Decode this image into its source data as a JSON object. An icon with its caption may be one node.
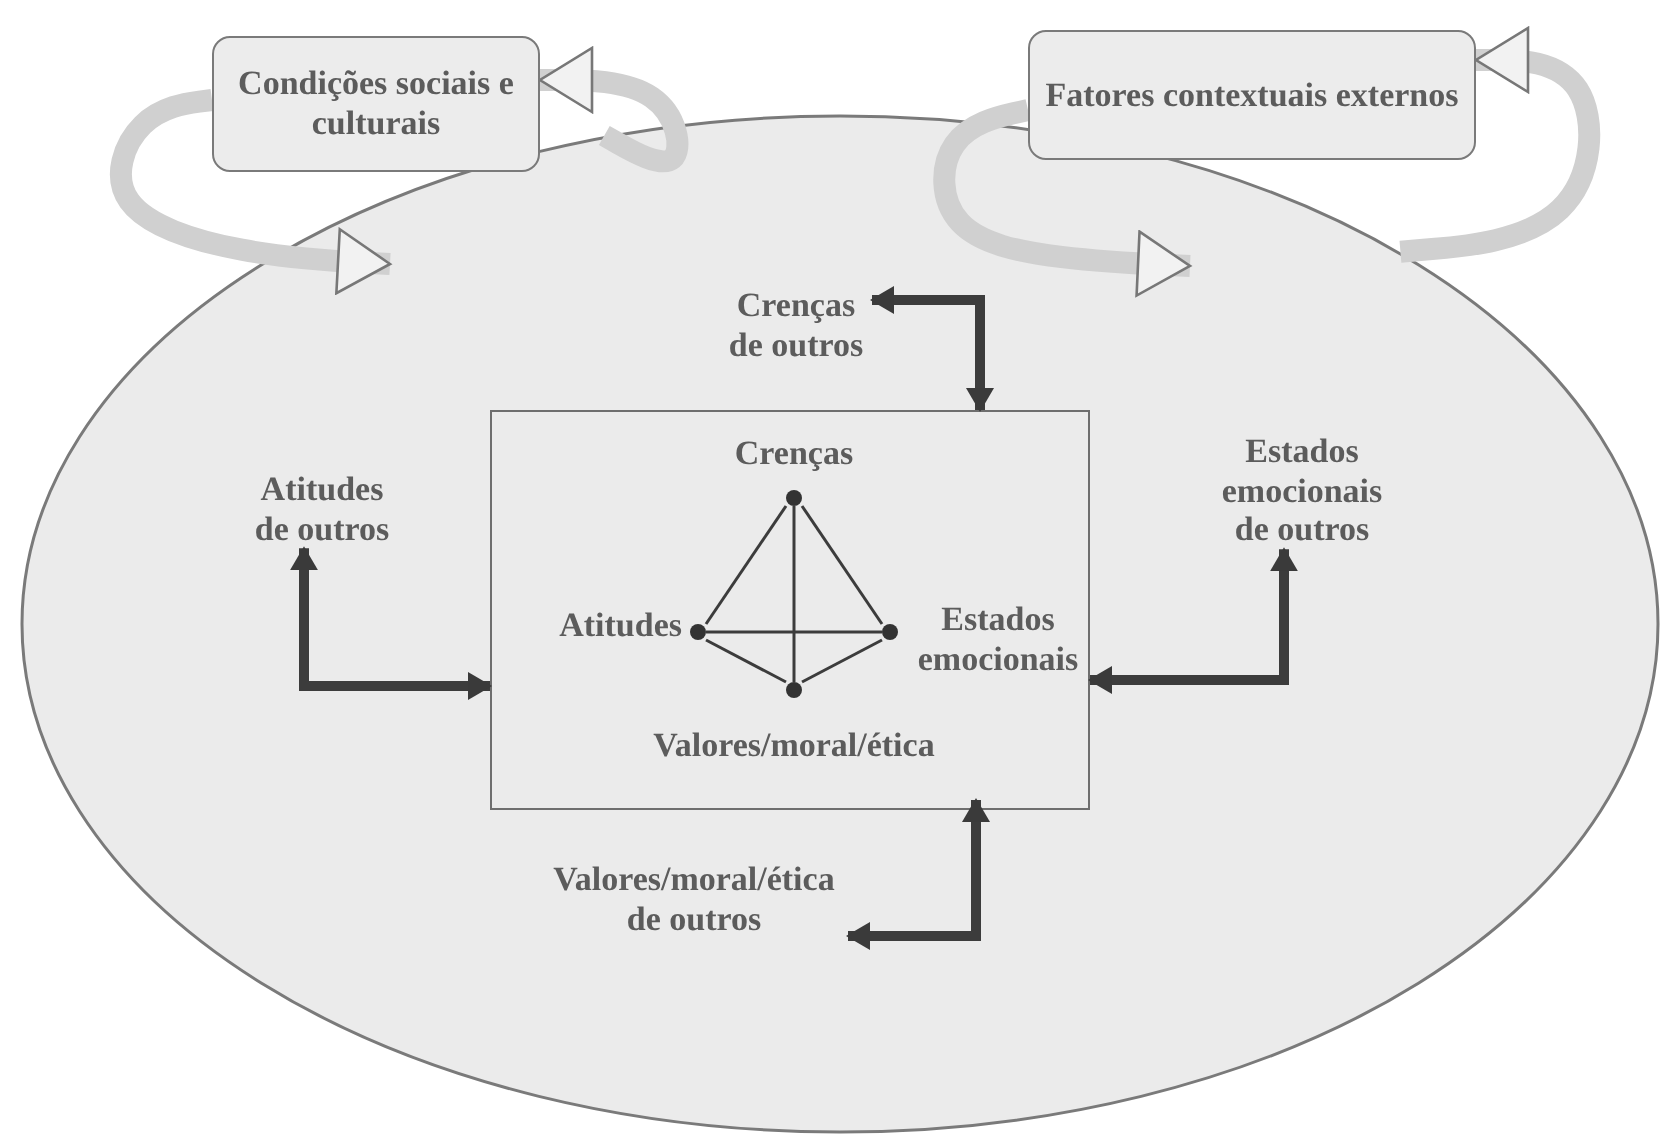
{
  "diagram": {
    "nodes": [
      {
        "text": [],
        "shape": "ellipse"
      },
      {
        "text": [
          "Condições sociais e culturais"
        ]
      },
      {
        "text": [
          "Fatores contextuais externos"
        ]
      },
      {
        "text": [
          "Crenças de outros"
        ],
        "in": 0
      },
      {
        "text": [
          "Atitudes de outros"
        ],
        "in": 0
      },
      {
        "text": [
          "Estados emocionais de outros"
        ],
        "in": 0
      },
      {
        "text": [],
        "shape": "box",
        "in": 0
      },
      {
        "text": [],
        "shape": "circle",
        "in": 6,
        "beside": [
          "Crenças"
        ]
      },
      {
        "text": [],
        "shape": "circle",
        "in": 6,
        "beside": [
          "Atitudes"
        ]
      },
      {
        "text": [],
        "shape": "circle",
        "in": 6,
        "beside": [
          "Estados emocionais"
        ]
      },
      {
        "text": [],
        "shape": "circle",
        "in": 6,
        "beside": [
          "Valores/moral/ética"
        ]
      },
      {
        "text": [
          "Valores/moral/ética de outros"
        ],
        "in": 0
      }
    ],
    "edges": [
      {
        "from": 1,
        "to": 0,
        "arrow": "to",
        "style": "thick",
        "color": "#d0d0d0"
      },
      {
        "from": 0,
        "to": 1,
        "arrow": "to",
        "style": "thick",
        "color": "#d0d0d0"
      },
      {
        "from": 2,
        "to": 0,
        "arrow": "to",
        "style": "thick",
        "color": "#d0d0d0"
      },
      {
        "from": 0,
        "to": 2,
        "arrow": "to",
        "style": "thick",
        "color": "#d0d0d0"
      },
      {
        "from": 7,
        "to": 8,
        "arrow": "none"
      },
      {
        "from": 7,
        "to": 9,
        "arrow": "none"
      },
      {
        "from": 7,
        "to": 10,
        "arrow": "none"
      },
      {
        "from": 8,
        "to": 9,
        "arrow": "none"
      },
      {
        "from": 8,
        "to": 10,
        "arrow": "none"
      },
      {
        "from": 9,
        "to": 10,
        "arrow": "none"
      },
      {
        "from": 3,
        "to": 6,
        "arrow": "both"
      },
      {
        "from": 4,
        "to": 6,
        "arrow": "both"
      },
      {
        "from": 5,
        "to": 6,
        "arrow": "both"
      },
      {
        "from": 11,
        "to": 6,
        "arrow": "both"
      }
    ]
  }
}
